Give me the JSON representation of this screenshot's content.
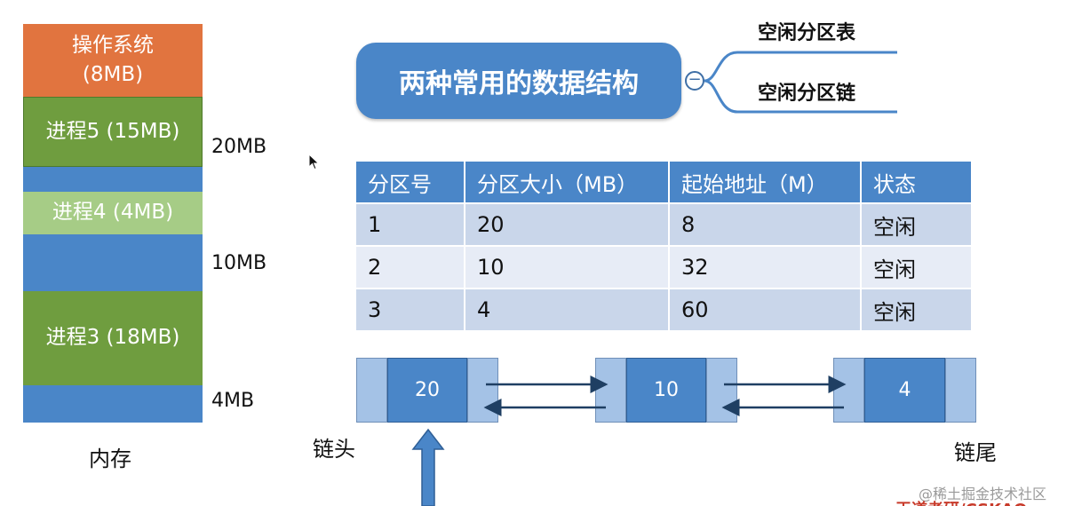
{
  "memory": {
    "blocks": {
      "os": "操作系统\n(8MB)",
      "p5": "进程5 (15MB)",
      "p4": "进程4 (4MB)",
      "p3": "进程3 (18MB)"
    },
    "free_sizes": [
      "20MB",
      "10MB",
      "4MB"
    ],
    "caption": "内存"
  },
  "mindmap": {
    "root": "两种常用的数据结构",
    "collapse_symbol": "−",
    "branches": [
      "空闲分区表",
      "空闲分区链"
    ]
  },
  "table": {
    "headers": [
      "分区号",
      "分区大小（MB）",
      "起始地址（M）",
      "状态"
    ],
    "rows": [
      [
        "1",
        "20",
        "8",
        "空闲"
      ],
      [
        "2",
        "10",
        "32",
        "空闲"
      ],
      [
        "3",
        "4",
        "60",
        "空闲"
      ]
    ]
  },
  "linked_list": {
    "nodes": [
      "20",
      "10",
      "4"
    ],
    "head_label": "链头",
    "tail_label": "链尾"
  },
  "watermark": "@稀土掘金技术社区",
  "watermark_partial": "王道考研/CSKAO",
  "colors": {
    "blue": "#4a86c8",
    "orange": "#e1743f",
    "green": "#6f9d3f",
    "light_green": "#a6cc86",
    "light_blue": "#a4c2e6",
    "arrow": "#1f3f63"
  }
}
